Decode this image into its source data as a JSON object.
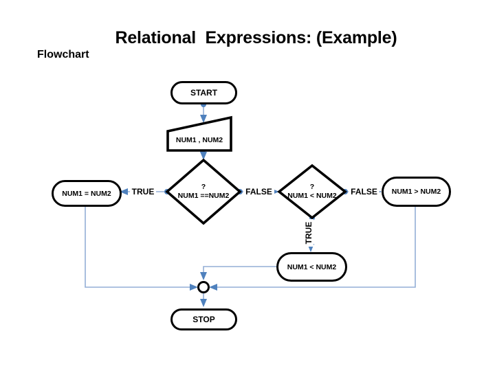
{
  "slide": {
    "title": "Relational  Expressions: (Example)",
    "subtitle": "Flowchart"
  },
  "flowchart": {
    "nodes": {
      "start": {
        "label": "START",
        "type": "terminator"
      },
      "input": {
        "label": "NUM1 , NUM2",
        "type": "manual-input"
      },
      "decision_eq": {
        "question_mark": "?",
        "label": "NUM1 ==NUM2",
        "type": "decision"
      },
      "result_eq": {
        "label": "NUM1 = NUM2",
        "type": "terminator"
      },
      "decision_lt": {
        "question_mark": "?",
        "label": "NUM1 < NUM2",
        "type": "decision"
      },
      "result_gt": {
        "label": "NUM1 > NUM2",
        "type": "terminator"
      },
      "result_lt": {
        "label": "NUM1 < NUM2",
        "type": "terminator"
      },
      "junction": {
        "type": "connector-circle"
      },
      "stop": {
        "label": "STOP",
        "type": "terminator"
      }
    },
    "edge_labels": {
      "eq_true": "TRUE",
      "eq_false": "FALSE",
      "lt_true": "TRUE",
      "lt_false": "FALSE"
    },
    "colors": {
      "connector_line": "#93aed6",
      "connector_arrow": "#4f81bd",
      "shape_border": "#000000",
      "shape_fill": "#ffffff",
      "text": "#000000"
    }
  }
}
